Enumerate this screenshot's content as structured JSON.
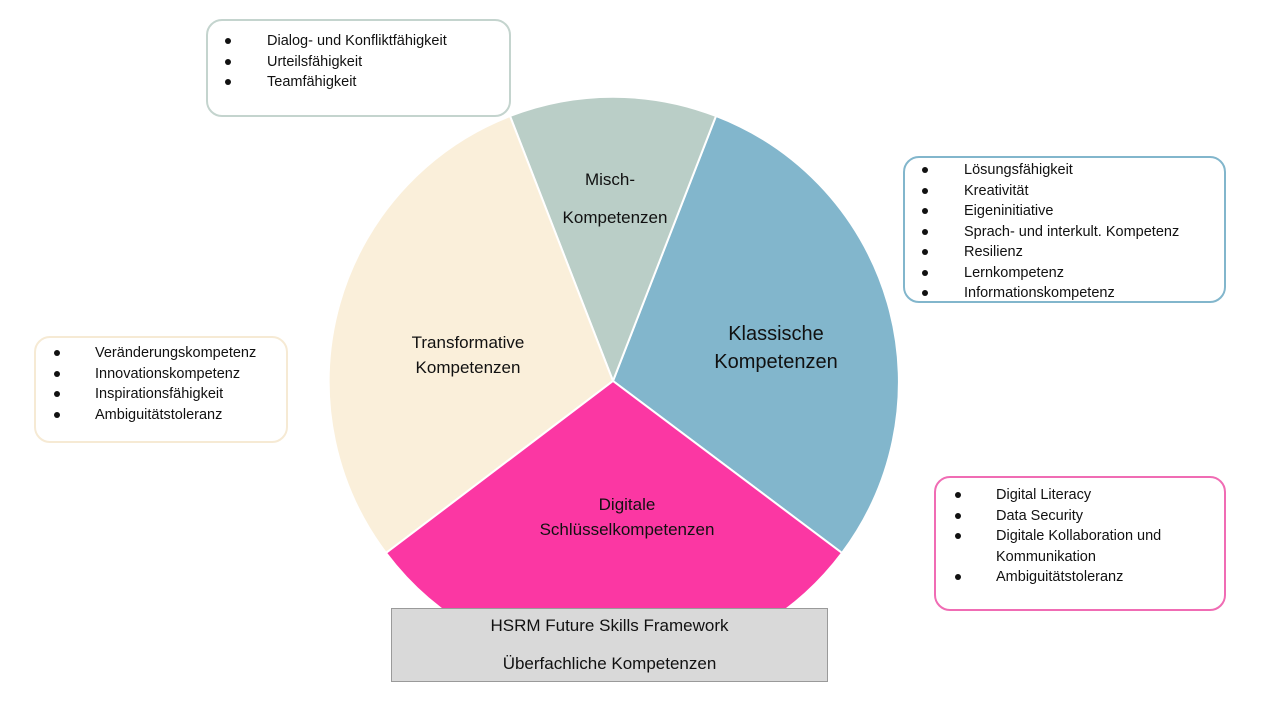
{
  "colors": {
    "klassisch": "#82b6cc",
    "misch": "#bacec7",
    "transformativ": "#faefda",
    "digital": "#fb37a3",
    "footer": "#d9d9d9",
    "border_misch": "#c4d4ce",
    "border_klassisch": "#82b6cc",
    "border_transformativ": "#f6ead4",
    "border_digital": "#f06cb4"
  },
  "segments": {
    "misch": {
      "line1": "Misch-",
      "line2": "Kompetenzen"
    },
    "transformativ": {
      "line1": "Transformative",
      "line2": "Kompetenzen"
    },
    "klassisch": {
      "line1": "Klassische",
      "line2": "Kompetenzen"
    },
    "digital": {
      "line1": "Digitale",
      "line2": "Schlüsselkompetenzen"
    }
  },
  "lists": {
    "misch": [
      "Dialog- und Konfliktfähigkeit",
      "Urteilsfähigkeit",
      "Teamfähigkeit"
    ],
    "klassisch": [
      "Lösungsfähigkeit",
      "Kreativität",
      "Eigeninitiative",
      "Sprach- und interkult. Kompetenz",
      "Resilienz",
      "Lernkompetenz",
      "Informationskompetenz"
    ],
    "transformativ": [
      "Veränderungskompetenz",
      "Innovationskompetenz",
      "Inspirationsfähigkeit",
      "Ambiguitätstoleranz"
    ],
    "digital": [
      "Digital Literacy",
      "Data Security",
      "Digitale Kollaboration und Kommunikation",
      "Ambiguitätstoleranz"
    ]
  },
  "footer": {
    "title": "HSRM Future Skills Framework",
    "subtitle": "Überfachliche Kompetenzen"
  }
}
